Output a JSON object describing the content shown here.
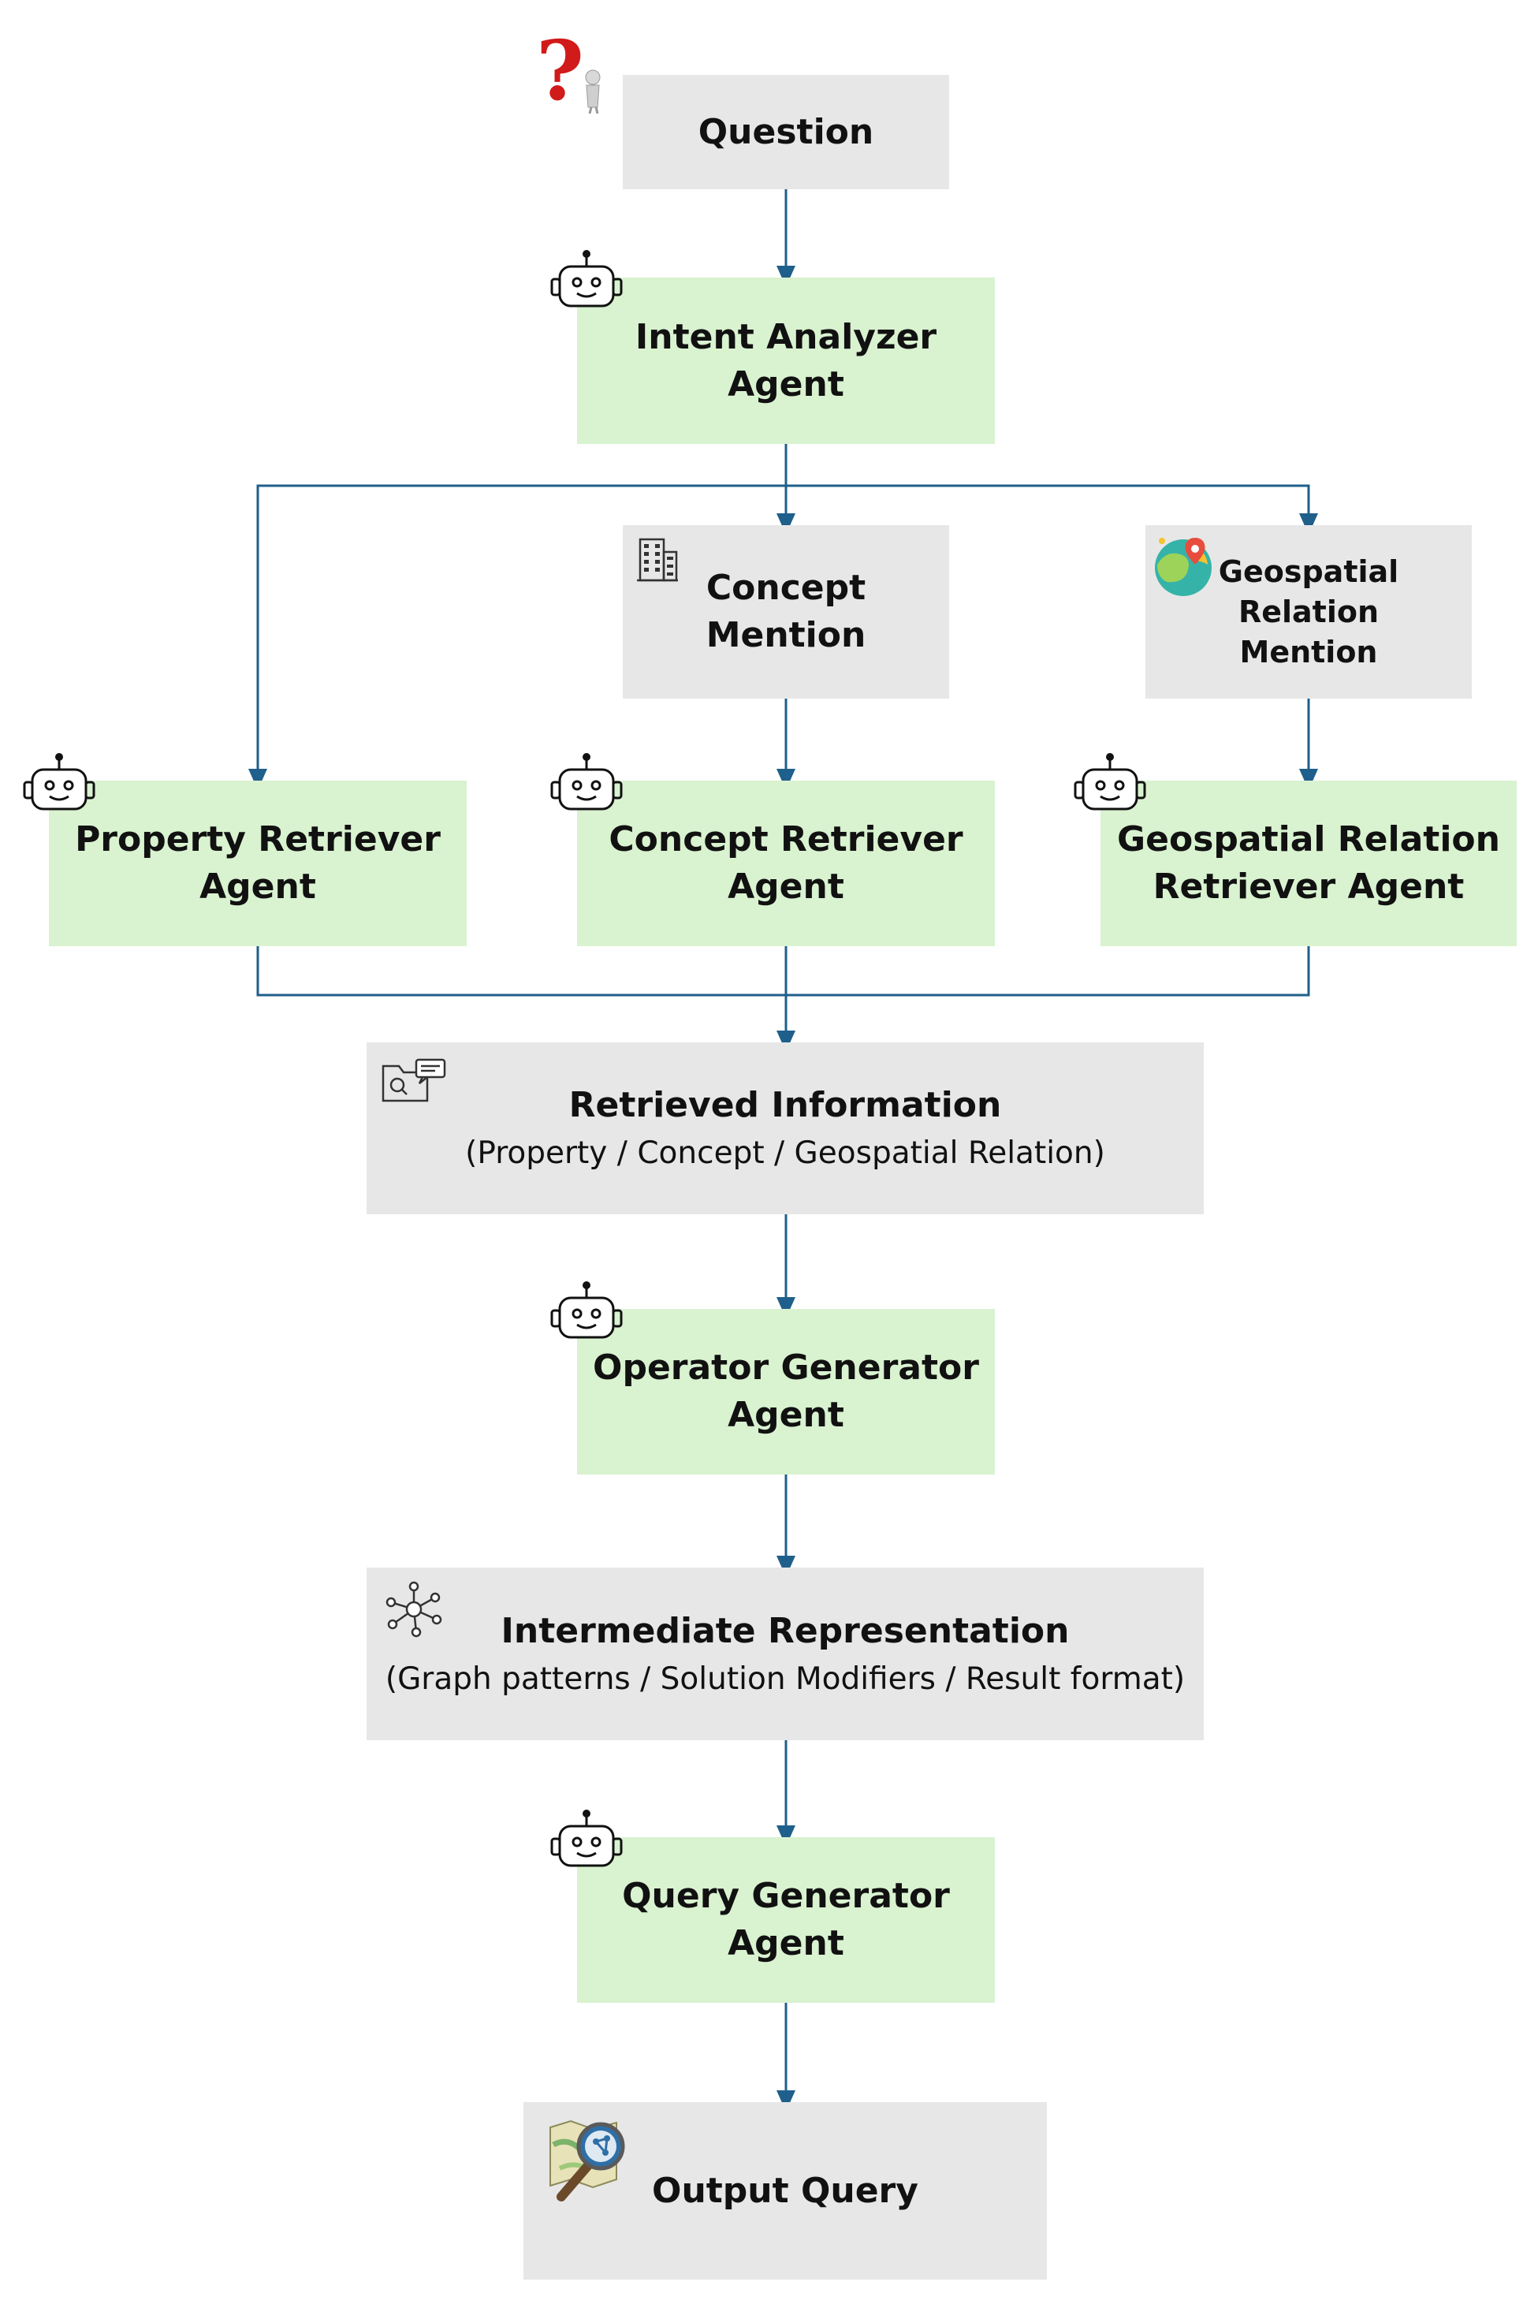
{
  "nodes": {
    "question": {
      "title": "Question"
    },
    "intent_analyzer": {
      "title_line1": "Intent Analyzer",
      "title_line2": "Agent"
    },
    "concept_mention": {
      "title_line1": "Concept",
      "title_line2": "Mention"
    },
    "geo_mention": {
      "line1": "Geospatial",
      "line2": "Relation",
      "line3": "Mention"
    },
    "property_retriever": {
      "title_line1": "Property Retriever",
      "title_line2": "Agent"
    },
    "concept_retriever": {
      "title_line1": "Concept Retriever",
      "title_line2": "Agent"
    },
    "geo_retriever": {
      "title_line1": "Geospatial Relation",
      "title_line2": "Retriever Agent"
    },
    "retrieved_info": {
      "title": "Retrieved Information",
      "subtitle": "(Property / Concept / Geospatial Relation)"
    },
    "operator_generator": {
      "title_line1": "Operator Generator",
      "title_line2": "Agent"
    },
    "intermediate_rep": {
      "title": "Intermediate Representation",
      "subtitle": "(Graph patterns / Solution Modifiers / Result format)"
    },
    "query_generator": {
      "title_line1": "Query Generator",
      "title_line2": "Agent"
    },
    "output_query": {
      "title": "Output Query"
    }
  },
  "colors": {
    "agent_box": "#d9f2d0",
    "data_box": "#e7e7e7",
    "connector": "#1f5f8b"
  },
  "icons": [
    "question-mark-figure-icon",
    "robot-icon",
    "building-icon",
    "geo-map-pin-icon",
    "folder-search-icon",
    "network-hub-icon",
    "map-magnifier-icon"
  ]
}
